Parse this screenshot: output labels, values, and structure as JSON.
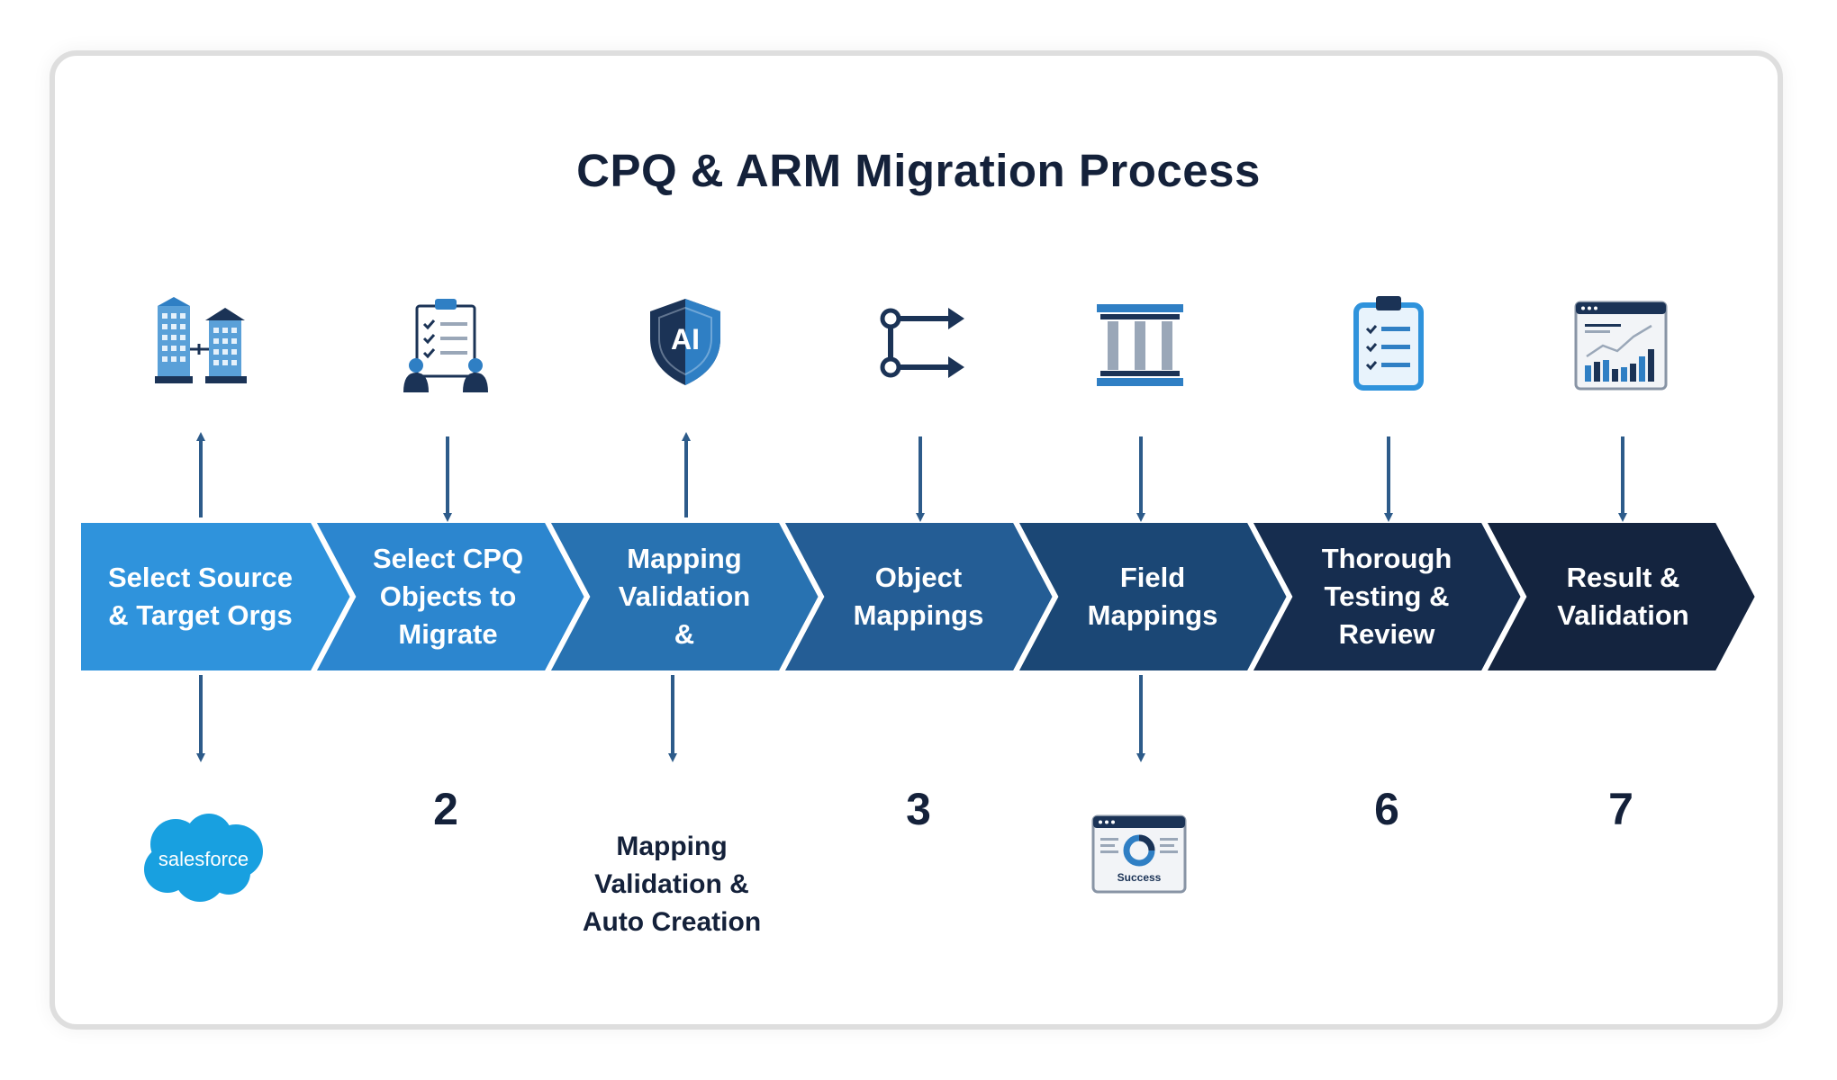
{
  "title": "CPQ & ARM Migration Process",
  "steps": [
    {
      "label": "Select Source\n& Target Orgs",
      "color": "#2f93dc",
      "icon": "buildings-connected-icon"
    },
    {
      "label": "Select CPQ\nObjects to\nMigrate",
      "color": "#2c86cf",
      "icon": "clipboard-team-icon"
    },
    {
      "label": "Mapping\nValidation\n&",
      "color": "#2872b1",
      "icon": "ai-shield-icon"
    },
    {
      "label": "Object\nMappings",
      "color": "#245d95",
      "icon": "route-arrows-icon"
    },
    {
      "label": "Field\nMappings",
      "color": "#1b4775",
      "icon": "pillars-icon"
    },
    {
      "label": "Thorough\nTesting &\nReview",
      "color": "#162d4f",
      "icon": "checklist-clipboard-icon"
    },
    {
      "label": "Result &\nValidation",
      "color": "#14243f",
      "icon": "analytics-dashboard-icon"
    }
  ],
  "below": {
    "salesforce_logo_text": "salesforce",
    "num_2": "2",
    "mapping_text": "Mapping\nValidation &\nAuto Creation",
    "num_3": "3",
    "success_text": "Success",
    "num_6": "6",
    "num_7": "7"
  },
  "colors": {
    "arrow": "#2d5b8a",
    "dark": "#14213a",
    "accent": "#2f93dc"
  }
}
